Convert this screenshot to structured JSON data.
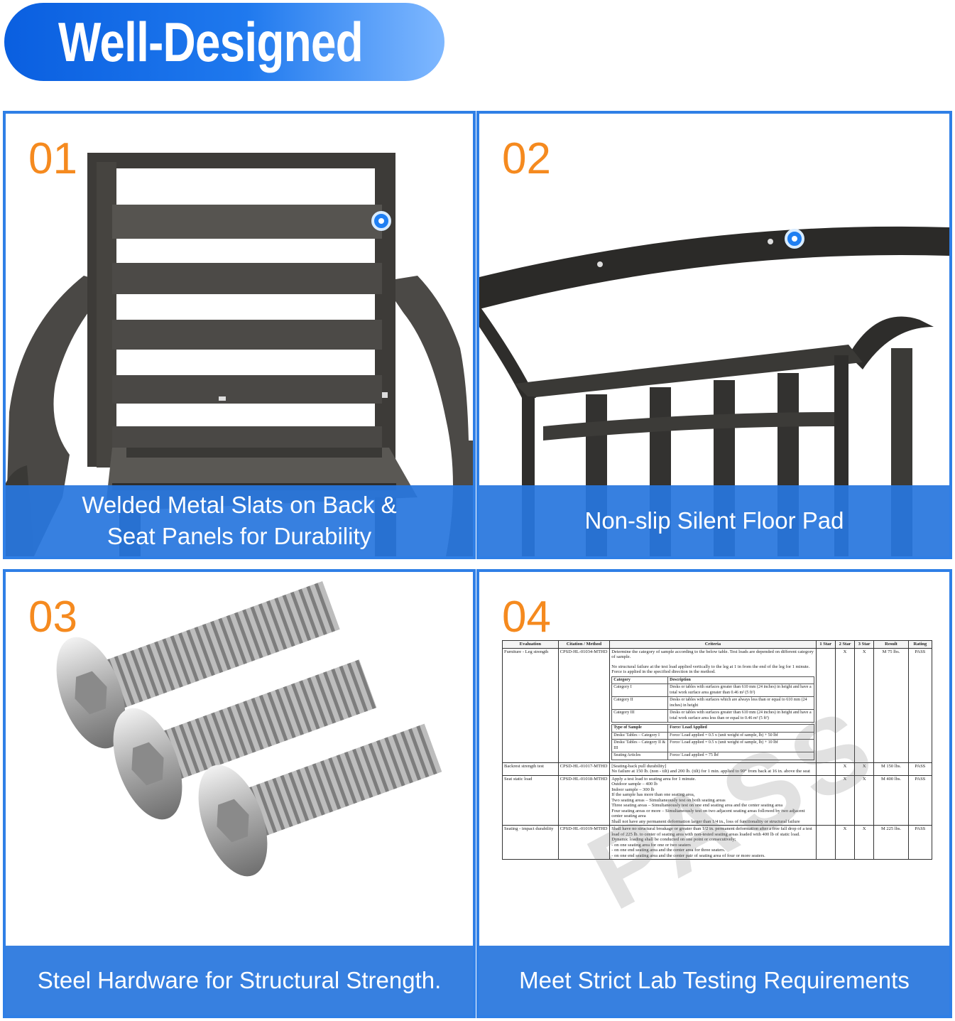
{
  "header": {
    "title": "Well-Designed"
  },
  "panels": [
    {
      "number": "01",
      "caption_line1": "Welded Metal Slats on Back &",
      "caption_line2": "Seat Panels for Durability"
    },
    {
      "number": "02",
      "caption": "Non-slip Silent Floor Pad"
    },
    {
      "number": "03",
      "caption": "Steel Hardware for Structural Strength."
    },
    {
      "number": "04",
      "caption": "Meet Strict Lab Testing Requirements"
    }
  ],
  "report": {
    "watermark": "PASS",
    "headers": [
      "Evaluation",
      "Citation / Method",
      "Criteria",
      "1 Star",
      "2 Star",
      "3 Star",
      "Result",
      "Rating"
    ],
    "rows": [
      {
        "evaluation": "Furniture - Leg strength",
        "citation": "CPSD-HL-01034-MTHD",
        "criteria_a": "Determine the category of sample according to the below table. Test loads are depended on different category of sample.",
        "criteria_b": "No structural failure at the test load applied vertically to the leg at 1 in from the end of the leg for 1 minute. Force is applied in the specified direction in the method.",
        "star1": "",
        "star2": "X",
        "star3": "X",
        "result": "M 75 lbs.",
        "rating": "PASS"
      },
      {
        "evaluation": "Backrest strength test",
        "citation": "CPSD-HL-01017-MTHD",
        "criteria_a": "[Seating-back pull durability]",
        "criteria_b": "No failure at 150 lb. (non - tilt) and 200 lb. (tilt) for 1 min. applied to 90° from back at 16 in. above the seat",
        "star1": "",
        "star2": "X",
        "star3": "X",
        "result": "M 150 lbs.",
        "rating": "PASS"
      },
      {
        "evaluation": "Seat static load",
        "citation": "CPSD-HL-01018-MTHD",
        "criteria_lines": [
          "Apply a test load to seating area for 1 minute.",
          "Outdoor sample – 400 lb",
          "Indoor sample – 300 lb",
          "If the sample has more than one seating area,",
          "Two seating areas – Simultaneously test on both seating areas",
          "Three seating areas – Simultaneously test on one end seating area and the center seating area",
          "Four seating areas or more – Simultaneously test on two adjacent seating areas followed by two adjacent center seating area",
          "Shall not have any permanent deformation larger than 1/4 in., loss of functionality or structural failure"
        ],
        "star1": "",
        "star2": "X",
        "star3": "X",
        "result": "M 400 lbs.",
        "rating": "PASS"
      },
      {
        "evaluation": "Seating - impact durability",
        "citation": "CPSD-HL-01019-MTHD",
        "criteria_lines": [
          "Shall have no structural breakage or greater than 1/2 in. permanent deformation after a free fall drop of a test load of 225 lb. to center of seating area with non-tested seating areas loaded with 400 lb of static load.",
          "Dynamic loading shall be conducted on one point or consecutively;",
          "- on one seating area for one or two seaters",
          "- on one end seating area and the center area for three seaters.",
          "- on one end seating area and the center pair of seating area of four or more seaters."
        ],
        "star1": "",
        "star2": "X",
        "star3": "X",
        "result": "M 225 lbs.",
        "rating": "PASS"
      }
    ],
    "category_table": {
      "headers": [
        "Category",
        "Description"
      ],
      "rows": [
        [
          "Category I",
          "Desks or tables with surfaces greater than 610 mm (24 inches) in height and have a total work surface area greater than 0.46 m² (5 ft²)"
        ],
        [
          "Category II",
          "Desks or tables with surfaces which are always less than or equal to 610 mm (24 inches) in height"
        ],
        [
          "Category III",
          "Desks or tables with surfaces greater than 610 mm (24 inches) in height and have a total work surface area less than or equal to 0.46 m² (5 ft²)"
        ]
      ]
    },
    "load_table": {
      "headers": [
        "Type of Sample",
        "Force/ Load Applied"
      ],
      "rows": [
        [
          "Desks/ Tables – Category I",
          "Force/ Load applied = 0.5 x (unit weight of sample, lb) + 50 lbf"
        ],
        [
          "Desks/ Tables – Category II & III",
          "Force/ Load applied = 0.5 x (unit weight of sample, lb) + 10 lbf"
        ],
        [
          "Seating Articles",
          "Force/ Load applied = 75 lbf"
        ]
      ]
    }
  },
  "colors": {
    "accent_blue": "#2f7fe6",
    "number_orange": "#f58a1f"
  },
  "icons": {
    "marker": "location-dot-icon"
  }
}
